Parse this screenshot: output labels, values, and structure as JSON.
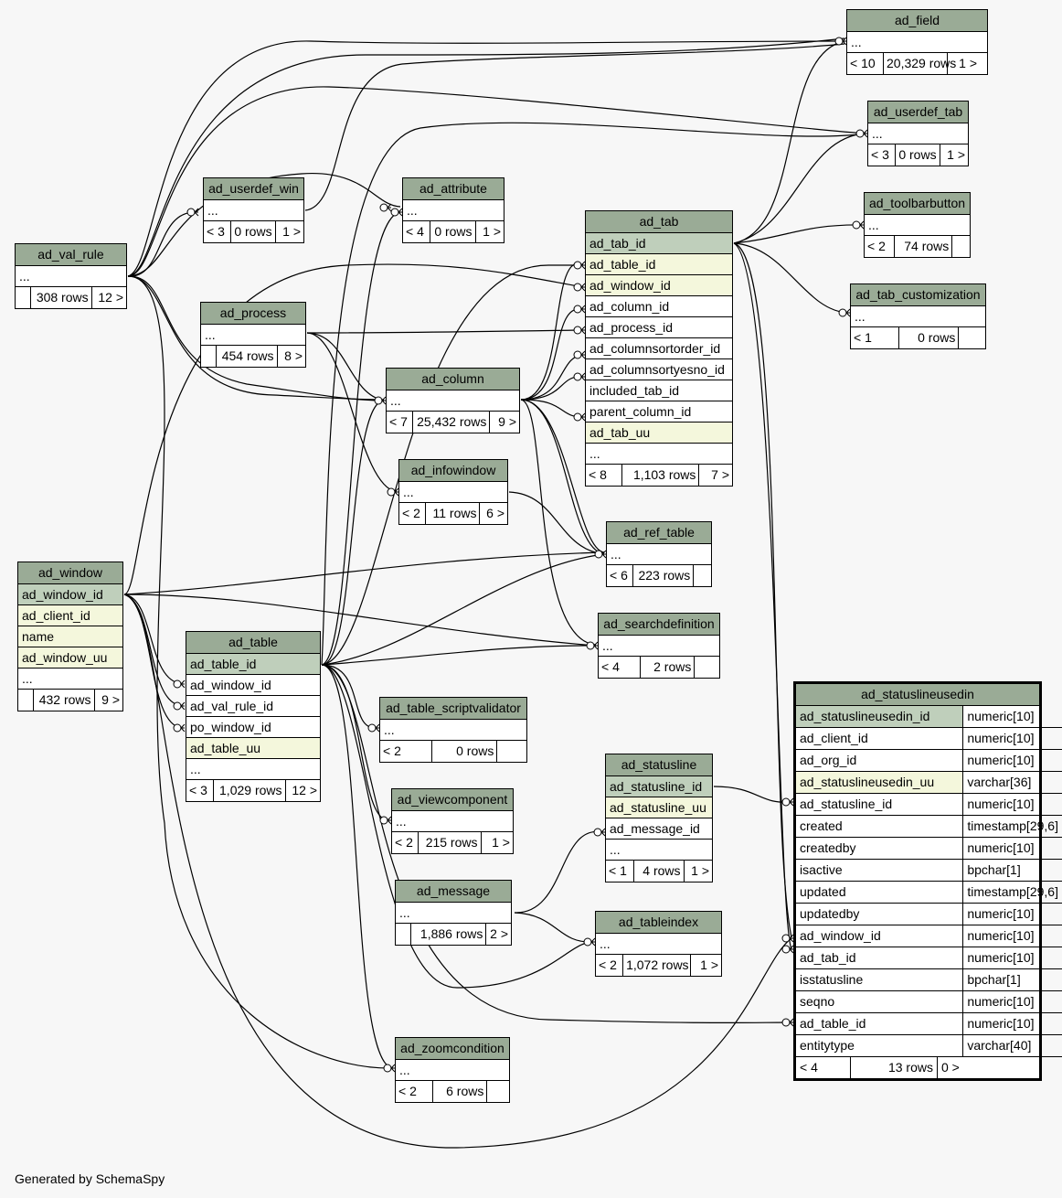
{
  "footer_text": "Generated by SchemaSpy",
  "tables": [
    {
      "id": "ad_field",
      "name": "ad_field",
      "rows": [
        {
          "text": "...",
          "kind": "more"
        }
      ],
      "footer": [
        "< 10",
        "20,329 rows",
        "1 >"
      ]
    },
    {
      "id": "ad_userdef_tab",
      "name": "ad_userdef_tab",
      "rows": [
        {
          "text": "...",
          "kind": "more"
        }
      ],
      "footer": [
        "< 3",
        "0 rows",
        "1 >"
      ]
    },
    {
      "id": "ad_toolbarbutton",
      "name": "ad_toolbarbutton",
      "rows": [
        {
          "text": "...",
          "kind": "more"
        }
      ],
      "footer": [
        "< 2",
        "74 rows",
        ""
      ]
    },
    {
      "id": "ad_tab_customization",
      "name": "ad_tab_customization",
      "rows": [
        {
          "text": "...",
          "kind": "more"
        }
      ],
      "footer": [
        "< 1",
        "0 rows",
        ""
      ]
    },
    {
      "id": "ad_userdef_win",
      "name": "ad_userdef_win",
      "rows": [
        {
          "text": "...",
          "kind": "more"
        }
      ],
      "footer": [
        "< 3",
        "0 rows",
        "1 >"
      ]
    },
    {
      "id": "ad_attribute",
      "name": "ad_attribute",
      "rows": [
        {
          "text": "...",
          "kind": "more"
        }
      ],
      "footer": [
        "< 4",
        "0 rows",
        "1 >"
      ]
    },
    {
      "id": "ad_val_rule",
      "name": "ad_val_rule",
      "rows": [
        {
          "text": "...",
          "kind": "more"
        }
      ],
      "footer": [
        "",
        "308 rows",
        "12 >"
      ]
    },
    {
      "id": "ad_process",
      "name": "ad_process",
      "rows": [
        {
          "text": "...",
          "kind": "more"
        }
      ],
      "footer": [
        "",
        "454 rows",
        "8 >"
      ]
    },
    {
      "id": "ad_tab",
      "name": "ad_tab",
      "rows": [
        {
          "text": "ad_tab_id",
          "kind": "pk"
        },
        {
          "text": "ad_table_id",
          "kind": "fk"
        },
        {
          "text": "ad_window_id",
          "kind": "fk"
        },
        {
          "text": "ad_column_id",
          "kind": "pl"
        },
        {
          "text": "ad_process_id",
          "kind": "pl"
        },
        {
          "text": "ad_columnsortorder_id",
          "kind": "pl"
        },
        {
          "text": "ad_columnsortyesno_id",
          "kind": "pl"
        },
        {
          "text": "included_tab_id",
          "kind": "pl"
        },
        {
          "text": "parent_column_id",
          "kind": "pl"
        },
        {
          "text": "ad_tab_uu",
          "kind": "fk"
        },
        {
          "text": "...",
          "kind": "more"
        }
      ],
      "footer": [
        "< 8",
        "1,103 rows",
        "7 >"
      ]
    },
    {
      "id": "ad_column",
      "name": "ad_column",
      "rows": [
        {
          "text": "...",
          "kind": "more"
        }
      ],
      "footer": [
        "< 7",
        "25,432 rows",
        "9 >"
      ]
    },
    {
      "id": "ad_infowindow",
      "name": "ad_infowindow",
      "rows": [
        {
          "text": "...",
          "kind": "more"
        }
      ],
      "footer": [
        "< 2",
        "11 rows",
        "6 >"
      ]
    },
    {
      "id": "ad_ref_table",
      "name": "ad_ref_table",
      "rows": [
        {
          "text": "...",
          "kind": "more"
        }
      ],
      "footer": [
        "< 6",
        "223 rows",
        ""
      ]
    },
    {
      "id": "ad_window",
      "name": "ad_window",
      "rows": [
        {
          "text": "ad_window_id",
          "kind": "pk"
        },
        {
          "text": "ad_client_id",
          "kind": "fk"
        },
        {
          "text": "name",
          "kind": "fk"
        },
        {
          "text": "ad_window_uu",
          "kind": "fk"
        },
        {
          "text": "...",
          "kind": "more"
        }
      ],
      "footer": [
        "",
        "432 rows",
        "9 >"
      ]
    },
    {
      "id": "ad_searchdefinition",
      "name": "ad_searchdefinition",
      "rows": [
        {
          "text": "...",
          "kind": "more"
        }
      ],
      "footer": [
        "< 4",
        "2 rows",
        ""
      ]
    },
    {
      "id": "ad_table",
      "name": "ad_table",
      "rows": [
        {
          "text": "ad_table_id",
          "kind": "pk"
        },
        {
          "text": "ad_window_id",
          "kind": "pl"
        },
        {
          "text": "ad_val_rule_id",
          "kind": "pl"
        },
        {
          "text": "po_window_id",
          "kind": "pl"
        },
        {
          "text": "ad_table_uu",
          "kind": "fk"
        },
        {
          "text": "...",
          "kind": "more"
        }
      ],
      "footer": [
        "< 3",
        "1,029 rows",
        "12 >"
      ]
    },
    {
      "id": "ad_table_scriptvalidator",
      "name": "ad_table_scriptvalidator",
      "rows": [
        {
          "text": "...",
          "kind": "more"
        }
      ],
      "footer": [
        "< 2",
        "0 rows",
        ""
      ]
    },
    {
      "id": "ad_statusline",
      "name": "ad_statusline",
      "rows": [
        {
          "text": "ad_statusline_id",
          "kind": "pk"
        },
        {
          "text": "ad_statusline_uu",
          "kind": "fk"
        },
        {
          "text": "ad_message_id",
          "kind": "pl"
        },
        {
          "text": "...",
          "kind": "more"
        }
      ],
      "footer": [
        "< 1",
        "4 rows",
        "1 >"
      ]
    },
    {
      "id": "ad_viewcomponent",
      "name": "ad_viewcomponent",
      "rows": [
        {
          "text": "...",
          "kind": "more"
        }
      ],
      "footer": [
        "< 2",
        "215 rows",
        "1 >"
      ]
    },
    {
      "id": "ad_message",
      "name": "ad_message",
      "rows": [
        {
          "text": "...",
          "kind": "more"
        }
      ],
      "footer": [
        "",
        "1,886 rows",
        "2 >"
      ]
    },
    {
      "id": "ad_tableindex",
      "name": "ad_tableindex",
      "rows": [
        {
          "text": "...",
          "kind": "more"
        }
      ],
      "footer": [
        "< 2",
        "1,072 rows",
        "1 >"
      ]
    },
    {
      "id": "ad_zoomcondition",
      "name": "ad_zoomcondition",
      "rows": [
        {
          "text": "...",
          "kind": "more"
        }
      ],
      "footer": [
        "< 2",
        "6 rows",
        ""
      ]
    }
  ],
  "focus_table": {
    "name": "ad_statuslineusedin",
    "columns": [
      {
        "name": "ad_statuslineusedin_id",
        "type": "numeric[10]",
        "kind": "pk"
      },
      {
        "name": "ad_client_id",
        "type": "numeric[10]",
        "kind": "pl"
      },
      {
        "name": "ad_org_id",
        "type": "numeric[10]",
        "kind": "pl"
      },
      {
        "name": "ad_statuslineusedin_uu",
        "type": "varchar[36]",
        "kind": "fk"
      },
      {
        "name": "ad_statusline_id",
        "type": "numeric[10]",
        "kind": "pl"
      },
      {
        "name": "created",
        "type": "timestamp[29,6]",
        "kind": "pl"
      },
      {
        "name": "createdby",
        "type": "numeric[10]",
        "kind": "pl"
      },
      {
        "name": "isactive",
        "type": "bpchar[1]",
        "kind": "pl"
      },
      {
        "name": "updated",
        "type": "timestamp[29,6]",
        "kind": "pl"
      },
      {
        "name": "updatedby",
        "type": "numeric[10]",
        "kind": "pl"
      },
      {
        "name": "ad_window_id",
        "type": "numeric[10]",
        "kind": "pl"
      },
      {
        "name": "ad_tab_id",
        "type": "numeric[10]",
        "kind": "pl"
      },
      {
        "name": "isstatusline",
        "type": "bpchar[1]",
        "kind": "pl"
      },
      {
        "name": "seqno",
        "type": "numeric[10]",
        "kind": "pl"
      },
      {
        "name": "ad_table_id",
        "type": "numeric[10]",
        "kind": "pl"
      },
      {
        "name": "entitytype",
        "type": "varchar[40]",
        "kind": "pl"
      }
    ],
    "footer": [
      "< 4",
      "13 rows",
      "0 >"
    ]
  }
}
